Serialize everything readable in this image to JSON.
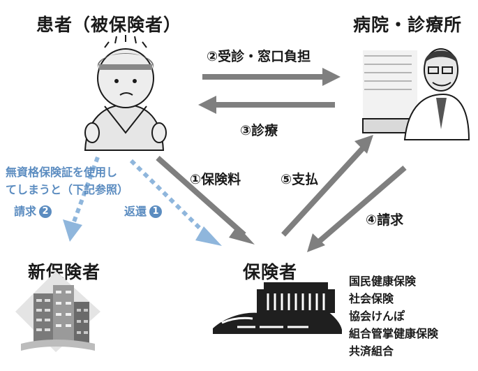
{
  "nodes": {
    "patient": "患者（被保険者）",
    "hospital": "病院・診療所",
    "new_insurer": "新保険者",
    "insurer": "保険者"
  },
  "flows": {
    "visit": "②受診・窓口負担",
    "treatment": "③診療",
    "premium": "①保険料",
    "payment": "⑤支払",
    "claim": "④請求"
  },
  "warning": {
    "line1": "無資格保険証を使用し",
    "line2": "てしまうと（下記参照）",
    "claim_label": "請求",
    "claim_num": "2",
    "refund_label": "返還",
    "refund_num": "1"
  },
  "insurer_types": [
    "国民健康保険",
    "社会保険",
    "協会けんぽ",
    "組合管掌健康保険",
    "共済組合"
  ],
  "colors": {
    "arrow_gray": "#7f7f7f",
    "dotted_blue": "#8fb6dc",
    "label_blue": "#5b8cc0"
  },
  "icons": {
    "patient": "sick-person-icon",
    "hospital": "doctor-icon",
    "new_insurer": "buildings-icon",
    "insurer": "government-building-icon"
  }
}
